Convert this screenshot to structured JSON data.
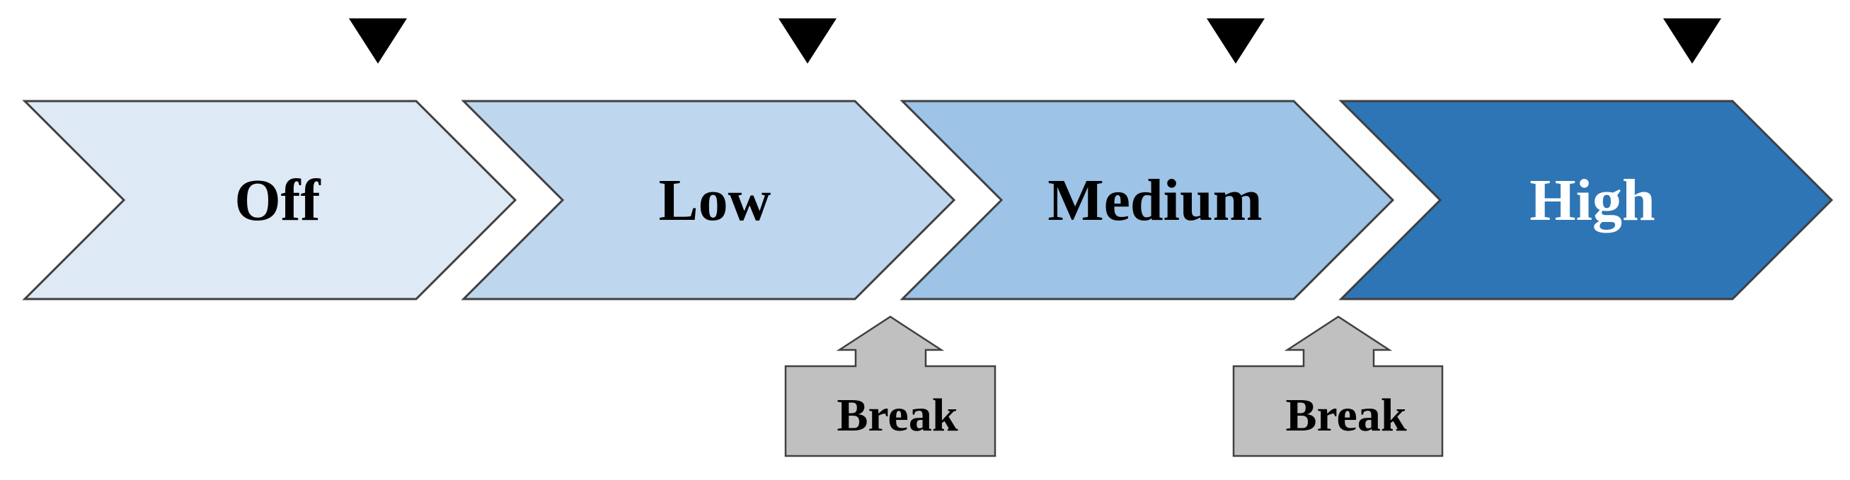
{
  "stages": [
    {
      "label": "Off",
      "fill": "#dee9f6",
      "text_color": "#000000"
    },
    {
      "label": "Low",
      "fill": "#bed6ee",
      "text_color": "#000000"
    },
    {
      "label": "Medium",
      "fill": "#9dc3e6",
      "text_color": "#000000"
    },
    {
      "label": "High",
      "fill": "#2e75b6",
      "text_color": "#ffffff"
    }
  ],
  "breaks": [
    {
      "label": "Break",
      "fill": "#c0c0c0"
    },
    {
      "label": "Break",
      "fill": "#c0c0c0"
    }
  ],
  "colors": {
    "outline": "#404040",
    "marker": "#000000"
  },
  "icons": {
    "marker": "triangle-down-marker-icon",
    "break_arrow": "up-arrow-callout-icon"
  }
}
